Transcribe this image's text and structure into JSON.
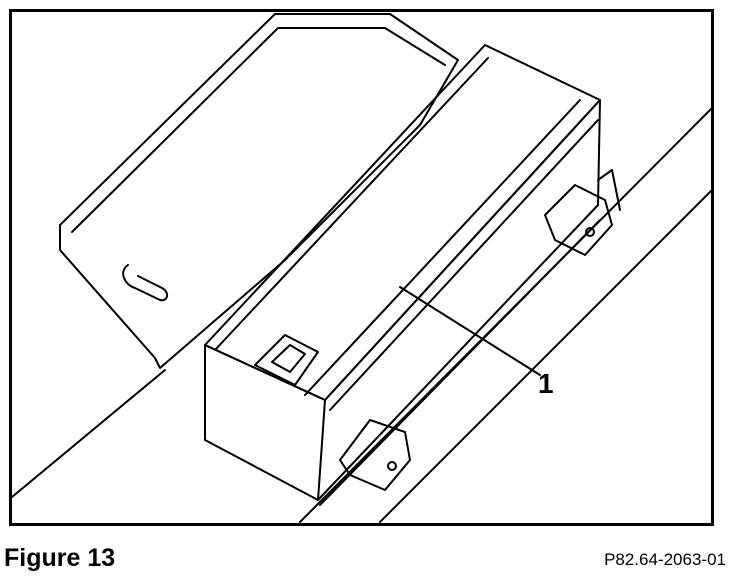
{
  "figure": {
    "title": "Figure 13",
    "reference": "P82.64-2063-01"
  },
  "callouts": [
    {
      "label": "1"
    }
  ],
  "colors": {
    "ink": "#000000",
    "paper": "#ffffff"
  }
}
